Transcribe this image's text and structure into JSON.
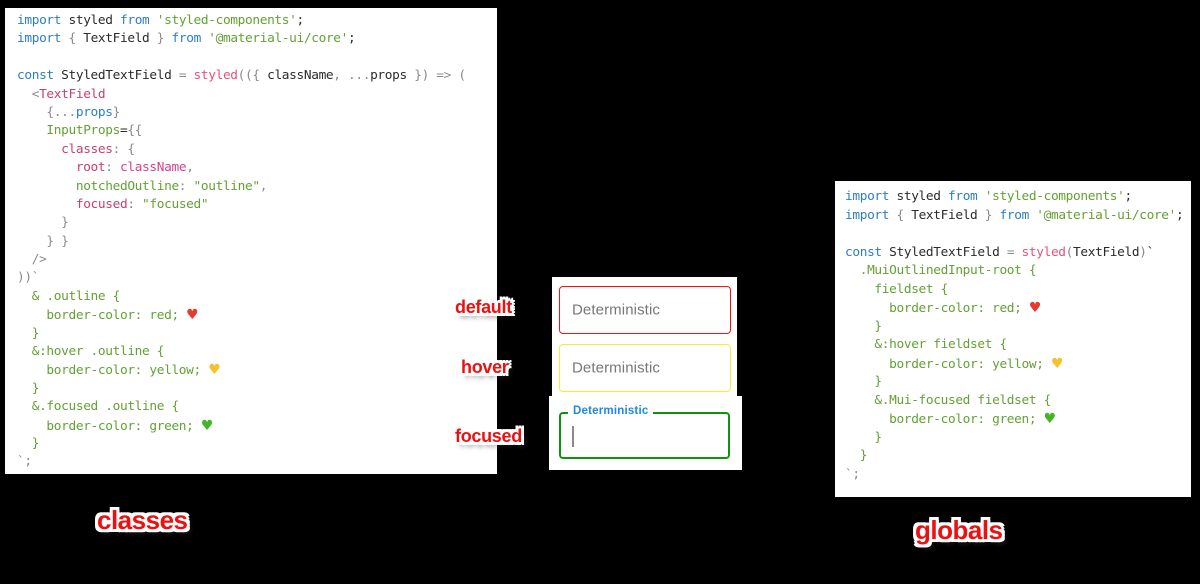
{
  "canvas": {
    "background": "#000000"
  },
  "colors": {
    "annotation_red": "#ec1111",
    "border_default": "#ff0f0f",
    "border_hover": "#f7ec2e",
    "border_focused": "#0f930f",
    "focused_label_blue": "#1e88e5",
    "placeholder_gray": "#777777",
    "syntax": {
      "keyword": "#2d7dc6",
      "plain": "#2b2b2b",
      "punctuation": "#8a8a8a",
      "string": "#63a134",
      "function_pink": "#e8507d",
      "jsx_tag": "#c5426d",
      "object_key": "#c5426d",
      "reference": "#d7418e",
      "heart_red": "#e23d2e",
      "heart_yellow": "#f8c12c",
      "heart_green": "#45b528"
    }
  },
  "annotations": {
    "default": "default",
    "hover": "hover",
    "focused": "focused",
    "classes": "classes",
    "globals": "globals"
  },
  "textfields": {
    "default": {
      "placeholder": "Deterministic"
    },
    "hover": {
      "placeholder": "Deterministic"
    },
    "focused": {
      "label": "Deterministic",
      "value": ""
    }
  },
  "code_classes": {
    "lines": [
      [
        [
          "kw",
          "import"
        ],
        [
          "pl",
          " styled "
        ],
        [
          "kw",
          "from"
        ],
        [
          "pl",
          " "
        ],
        [
          "str",
          "'styled-components'"
        ],
        [
          "pl",
          ";"
        ]
      ],
      [
        [
          "kw",
          "import"
        ],
        [
          "pun",
          " { "
        ],
        [
          "pl",
          "TextField"
        ],
        [
          "pun",
          " } "
        ],
        [
          "kw",
          "from"
        ],
        [
          "pl",
          " "
        ],
        [
          "str",
          "'@material-ui/core'"
        ],
        [
          "pl",
          ";"
        ]
      ],
      [],
      [
        [
          "kw",
          "const"
        ],
        [
          "pl",
          " StyledTextField "
        ],
        [
          "pun",
          "= "
        ],
        [
          "fn",
          "styled"
        ],
        [
          "pun",
          "(({ "
        ],
        [
          "pl",
          "className"
        ],
        [
          "pun",
          ", ..."
        ],
        [
          "pl",
          "props"
        ],
        [
          "pun",
          " }) "
        ],
        [
          "pun",
          "=> ("
        ]
      ],
      [
        [
          "pun",
          "  <"
        ],
        [
          "tag",
          "TextField"
        ]
      ],
      [
        [
          "pun",
          "    {..."
        ],
        [
          "kw",
          "props"
        ],
        [
          "pun",
          "}"
        ]
      ],
      [
        [
          "str",
          "    InputProps"
        ],
        [
          "pl",
          "="
        ],
        [
          "pun",
          "{{"
        ]
      ],
      [
        [
          "key",
          "      classes"
        ],
        [
          "pun",
          ": {"
        ]
      ],
      [
        [
          "key",
          "        root"
        ],
        [
          "pun",
          ": "
        ],
        [
          "ref",
          "className"
        ],
        [
          "pun",
          ","
        ]
      ],
      [
        [
          "str",
          "        notchedOutline"
        ],
        [
          "pun",
          ": "
        ],
        [
          "str",
          "\"outline\""
        ],
        [
          "pun",
          ","
        ]
      ],
      [
        [
          "key",
          "        focused"
        ],
        [
          "pun",
          ": "
        ],
        [
          "str",
          "\"focused\""
        ]
      ],
      [
        [
          "pun",
          "      }"
        ]
      ],
      [
        [
          "pun",
          "    } }"
        ]
      ],
      [
        [
          "pun",
          "  />"
        ]
      ],
      [
        [
          "pun",
          "))`"
        ]
      ],
      [
        [
          "str",
          "  & .outline {"
        ]
      ],
      [
        [
          "str",
          "    border-color: red; "
        ],
        [
          "hr",
          "♥"
        ]
      ],
      [
        [
          "str",
          "  }"
        ]
      ],
      [
        [
          "str",
          "  &:hover .outline {"
        ]
      ],
      [
        [
          "str",
          "    border-color: yellow; "
        ],
        [
          "hy",
          "♥"
        ]
      ],
      [
        [
          "str",
          "  }"
        ]
      ],
      [
        [
          "str",
          "  &.focused .outline {"
        ]
      ],
      [
        [
          "str",
          "    border-color: green; "
        ],
        [
          "hg",
          "♥"
        ]
      ],
      [
        [
          "str",
          "  }"
        ]
      ],
      [
        [
          "pun",
          "`;"
        ]
      ]
    ]
  },
  "code_globals": {
    "lines": [
      [
        [
          "kw",
          "import"
        ],
        [
          "pl",
          " styled "
        ],
        [
          "kw",
          "from"
        ],
        [
          "pl",
          " "
        ],
        [
          "str",
          "'styled-components'"
        ],
        [
          "pl",
          ";"
        ]
      ],
      [
        [
          "kw",
          "import"
        ],
        [
          "pun",
          " { "
        ],
        [
          "pl",
          "TextField"
        ],
        [
          "pun",
          " } "
        ],
        [
          "kw",
          "from"
        ],
        [
          "pl",
          " "
        ],
        [
          "str",
          "'@material-ui/core'"
        ],
        [
          "pl",
          ";"
        ]
      ],
      [],
      [
        [
          "kw",
          "const"
        ],
        [
          "pl",
          " StyledTextField "
        ],
        [
          "pun",
          "= "
        ],
        [
          "fn",
          "styled"
        ],
        [
          "pun",
          "("
        ],
        [
          "pl",
          "TextField"
        ],
        [
          "pun",
          ")"
        ],
        [
          "pl",
          "`"
        ]
      ],
      [
        [
          "str",
          "  .MuiOutlinedInput-root {"
        ]
      ],
      [
        [
          "str",
          "    fieldset {"
        ]
      ],
      [
        [
          "str",
          "      border-color: red; "
        ],
        [
          "hr",
          "♥"
        ]
      ],
      [
        [
          "str",
          "    }"
        ]
      ],
      [
        [
          "str",
          "    &:hover fieldset {"
        ]
      ],
      [
        [
          "str",
          "      border-color: yellow; "
        ],
        [
          "hy",
          "♥"
        ]
      ],
      [
        [
          "str",
          "    }"
        ]
      ],
      [
        [
          "str",
          "    &.Mui-focused fieldset {"
        ]
      ],
      [
        [
          "str",
          "      border-color: green; "
        ],
        [
          "hg",
          "♥"
        ]
      ],
      [
        [
          "str",
          "    }"
        ]
      ],
      [
        [
          "str",
          "  }"
        ]
      ],
      [
        [
          "pun",
          "`;"
        ]
      ]
    ]
  }
}
